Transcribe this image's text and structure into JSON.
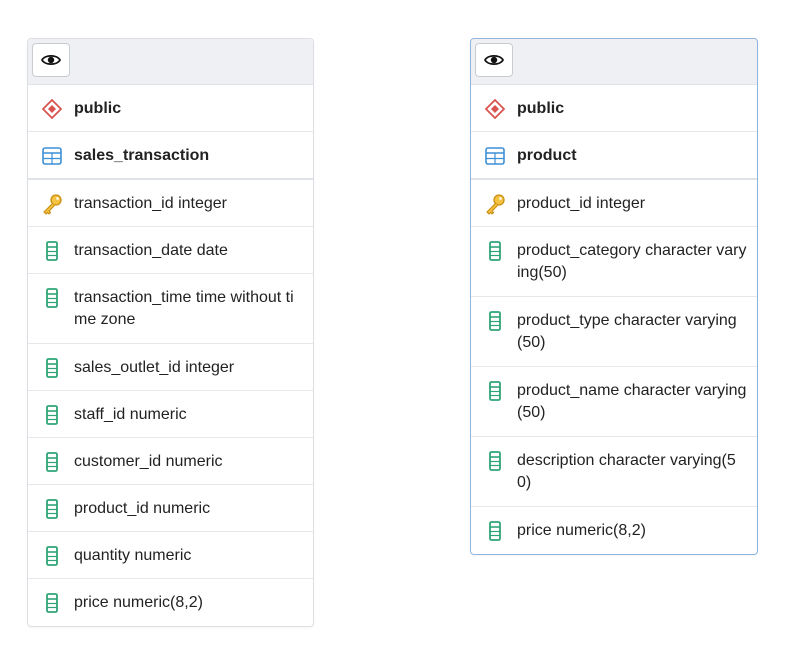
{
  "colors": {
    "schema_icon": "#d9534f",
    "table_icon": "#3d8fd6",
    "key_icon": "#e3a921",
    "column_icon": "#2fa577",
    "border": "#dcdfe3",
    "selected_border": "#8fb5dc",
    "toolbar_bg": "#eef0f3"
  },
  "tables": [
    {
      "schema": "public",
      "name": "sales_transaction",
      "primary_key": "transaction_id integer",
      "columns": [
        "transaction_date date",
        "transaction_time time without time zone",
        "sales_outlet_id integer",
        "staff_id numeric",
        "customer_id numeric",
        "product_id numeric",
        "quantity numeric",
        "price numeric(8,2)"
      ]
    },
    {
      "schema": "public",
      "name": "product",
      "primary_key": "product_id integer",
      "columns": [
        "product_category character varying(50)",
        "product_type character varying(50)",
        "product_name character varying(50)",
        "description character varying(50)",
        "price numeric(8,2)"
      ]
    }
  ],
  "icons": {
    "toolbar": "eye-icon",
    "schema": "schema-diamond-icon",
    "table": "table-icon",
    "primary_key": "key-icon",
    "column": "column-icon"
  }
}
